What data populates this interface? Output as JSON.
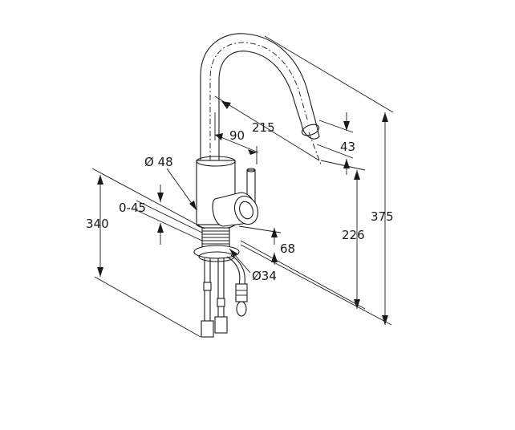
{
  "dimensions": {
    "d215": "215",
    "d90": "90",
    "d48": "Ø 48",
    "d045": "0-45",
    "d340": "340",
    "d68": "68",
    "d34": "Ø34",
    "d43": "43",
    "d226": "226",
    "d375": "375"
  },
  "colors": {
    "line": "#1a1a1a",
    "background": "#ffffff"
  }
}
